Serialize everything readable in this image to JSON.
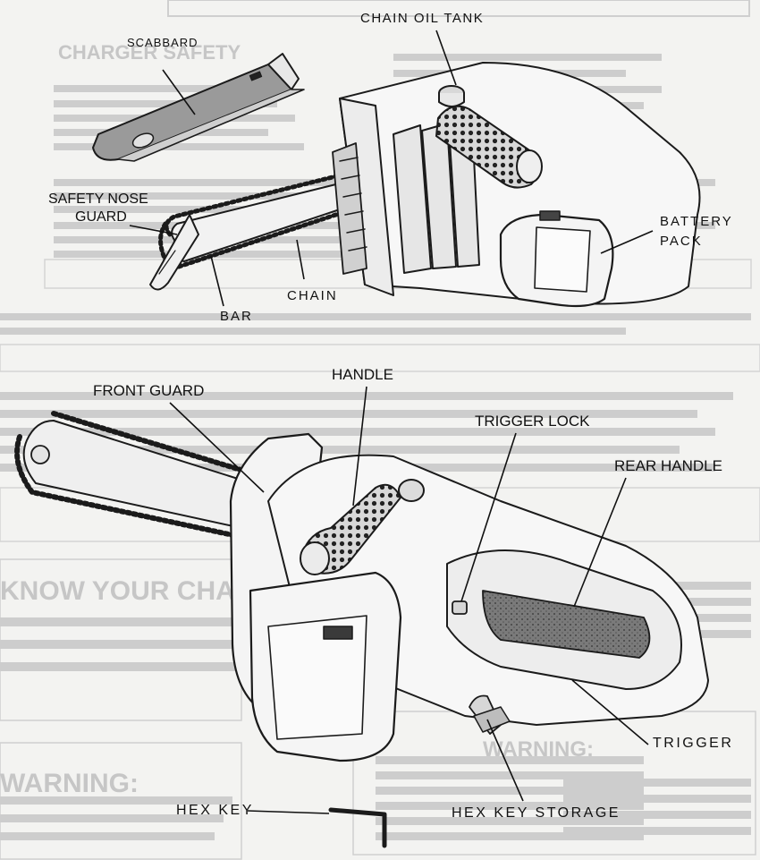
{
  "labels": {
    "scabbard": "SCABBARD",
    "chain_oil_tank": "CHAIN OIL TANK",
    "safety_nose_guard_1": "SAFETY NOSE",
    "safety_nose_guard_2": "GUARD",
    "battery_pack_1": "BATTERY",
    "battery_pack_2": "PACK",
    "chain": "CHAIN",
    "bar": "BAR",
    "handle": "HANDLE",
    "front_guard": "FRONT GUARD",
    "trigger_lock": "TRIGGER LOCK",
    "rear_handle": "REAR HANDLE",
    "trigger": "TRIGGER",
    "hex_key": "HEX KEY",
    "hex_key_storage": "HEX KEY STORAGE"
  },
  "colors": {
    "background": "#f3f3f1",
    "ink": "#1b1b1b",
    "bleed_text": "#bdbdbd"
  }
}
